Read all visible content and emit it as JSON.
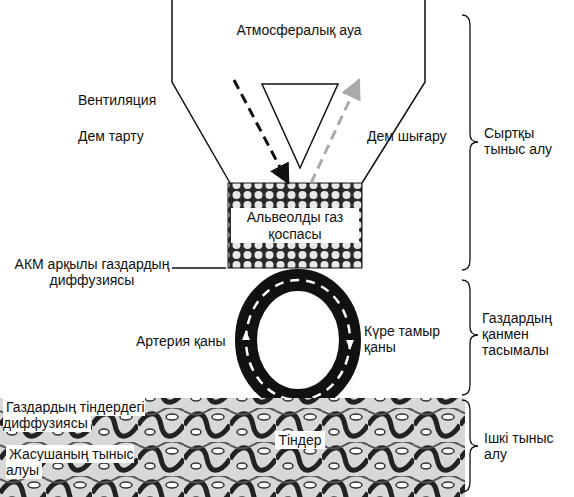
{
  "diagram": {
    "nodes": [
      {
        "text": [
          "Атмосфералық ауа"
        ]
      },
      {
        "text": [
          "Альвеолды газ қоспасы"
        ]
      },
      {
        "text": [
          "Тіндер"
        ]
      }
    ],
    "edges": [
      {
        "from": 0,
        "to": 1,
        "arrow": "to"
      },
      {
        "from": 1,
        "to": 0,
        "arrow": "to"
      }
    ],
    "labels": [
      "Вентиляция",
      "Дем тарту",
      "Дем шығару",
      "Сыртқы тыныс алу",
      "АКМ арқылы газдардың диффузиясы",
      "Артерия қаны",
      "Күре тамыр қаны",
      "Газдардың қанмен тасымалы",
      "Газдардың тіндердегі диффузиясы",
      "Жасушаның тыныс алуы",
      "Ішкі тыныс алу"
    ]
  }
}
